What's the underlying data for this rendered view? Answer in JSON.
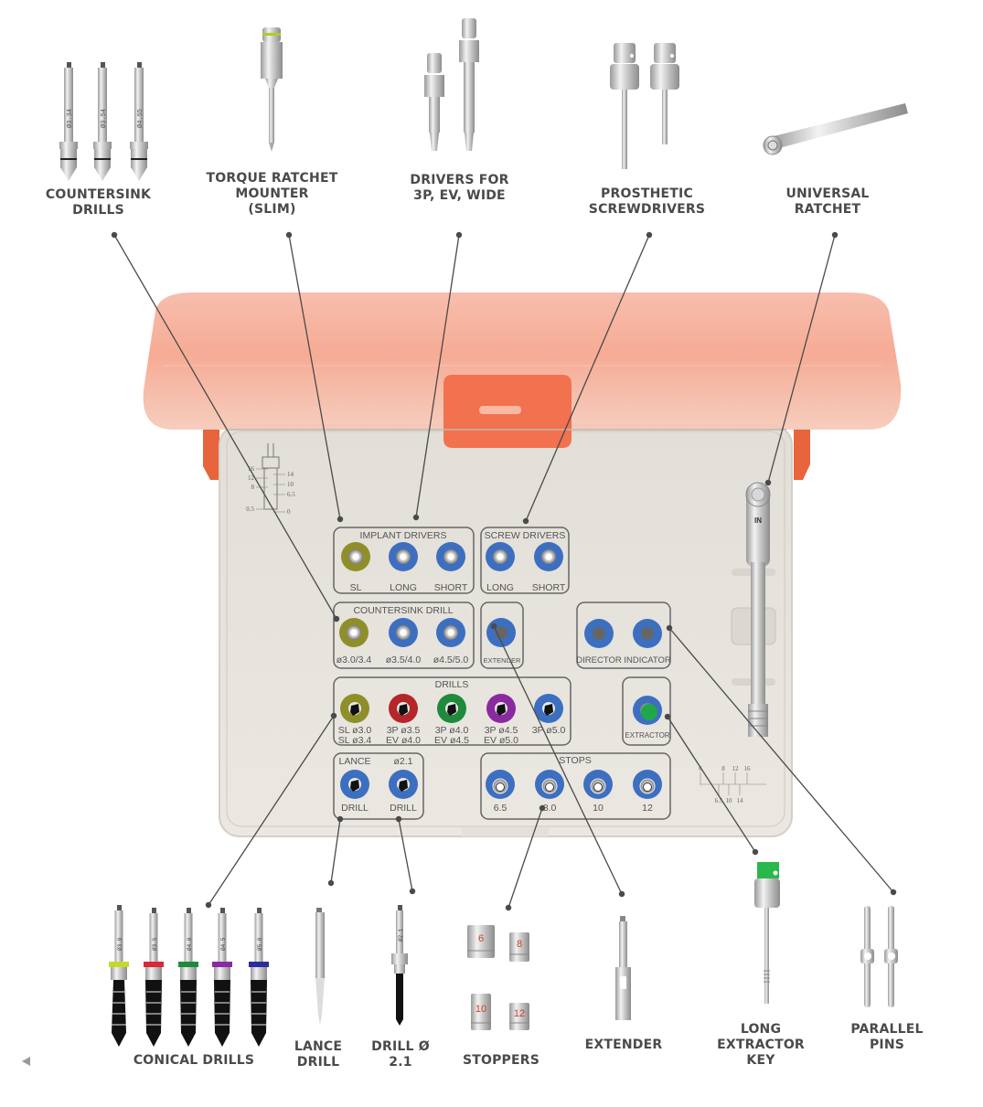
{
  "callouts": {
    "countersink_drills": "COUNTERSINK\nDRILLS",
    "torque_ratchet_mounter": "TORQUE RATCHET\nMOUNTER\n(SLIM)",
    "drivers": "DRIVERS FOR\n3P, EV, WIDE",
    "prosthetic_screwdrivers": "PROSTHETIC\nSCREWDRIVERS",
    "universal_ratchet": "UNIVERSAL\nRATCHET",
    "conical_drills": "CONICAL DRILLS",
    "lance_drill": "LANCE\nDRILL",
    "drill_21": "DRILL Ø\n2.1",
    "stoppers": "STOPPERS",
    "extender": "EXTENDER",
    "long_extractor_key": "LONG\nEXTRACTOR\nKEY",
    "parallel_pins": "PARALLEL\nPINS"
  },
  "tools": {
    "countersink_labels": [
      "Ø3.34",
      "Ø3.54",
      "Ø4.55"
    ],
    "conical_drill_labels": [
      "Ø3.0",
      "Ø3.5",
      "Ø4.0",
      "Ø4.5",
      "Ø5.0"
    ],
    "conical_drill_colors": [
      "#c8d82a",
      "#d8283a",
      "#1f8a3c",
      "#8a2aa0",
      "#2a2e9a"
    ],
    "drill_21_label": "Ø2.1",
    "stopper_labels": [
      "6",
      "8",
      "10",
      "12"
    ]
  },
  "tray": {
    "implant_drivers": {
      "title": "IMPLANT DRIVERS",
      "slots": [
        {
          "label": "SL",
          "color": "#8f8f2a"
        },
        {
          "label": "LONG",
          "color": "#3d6fc0"
        },
        {
          "label": "SHORT",
          "color": "#3d6fc0"
        }
      ]
    },
    "screw_drivers": {
      "title": "SCREW DRIVERS",
      "slots": [
        {
          "label": "LONG",
          "color": "#3d6fc0"
        },
        {
          "label": "SHORT",
          "color": "#3d6fc0"
        }
      ]
    },
    "countersink_drill": {
      "title": "COUNTERSINK DRILL",
      "slots": [
        {
          "label": "ø3.0/3.4",
          "color": "#8f8f2a"
        },
        {
          "label": "ø3.5/4.0",
          "color": "#3d6fc0"
        },
        {
          "label": "ø4.5/5.0",
          "color": "#3d6fc0"
        }
      ]
    },
    "extender": {
      "label": "EXTENDER",
      "color": "#3d6fc0"
    },
    "director_indicator": {
      "label": "DIRECTOR INDICATOR",
      "color": "#3d6fc0"
    },
    "drills": {
      "title": "DRILLS",
      "slots": [
        {
          "line1": "SL ø3.0",
          "line2": "SL ø3.4",
          "color": "#8f8f2a"
        },
        {
          "line1": "3P ø3.5",
          "line2": "EV ø4.0",
          "color": "#b3262a"
        },
        {
          "line1": "3P ø4.0",
          "line2": "EV ø4.5",
          "color": "#1e8a3a"
        },
        {
          "line1": "3P ø4.5",
          "line2": "EV ø5.0",
          "color": "#8a2aa0"
        },
        {
          "line1": "3P ø5.0",
          "line2": "",
          "color": "#3d6fc0"
        }
      ]
    },
    "extractor": {
      "label": "EXTRACTOR",
      "color": "#3d6fc0",
      "insert_color": "#1fa84a"
    },
    "lance_group": {
      "slots": [
        {
          "top": "LANCE",
          "bottom": "DRILL",
          "color": "#3d6fc0"
        },
        {
          "top": "ø2.1",
          "bottom": "DRILL",
          "color": "#3d6fc0"
        }
      ]
    },
    "stops": {
      "title": "STOPS",
      "slots": [
        {
          "label": "6.5",
          "color": "#3d6fc0"
        },
        {
          "label": "8.0",
          "color": "#3d6fc0"
        },
        {
          "label": "10",
          "color": "#3d6fc0"
        },
        {
          "label": "12",
          "color": "#3d6fc0"
        }
      ]
    },
    "depth_gauge_left": {
      "left": [
        "16",
        "12",
        "8",
        "0.5"
      ],
      "right": [
        "14",
        "10",
        "6.5",
        "0"
      ]
    },
    "depth_gauge_right": {
      "top": [
        "6",
        "8",
        "12",
        "16"
      ],
      "bottom": [
        "6.5",
        "10",
        "14"
      ]
    },
    "ratchet_marking": "IN"
  },
  "colors": {
    "lid": "#f48a6c",
    "lid_tab": "#f2714f",
    "tray": "#ece7e0",
    "label_text": "#4a4a4a",
    "leader_line": "#4a4a4a"
  },
  "nav": {
    "back_icon": "triangle-left"
  }
}
